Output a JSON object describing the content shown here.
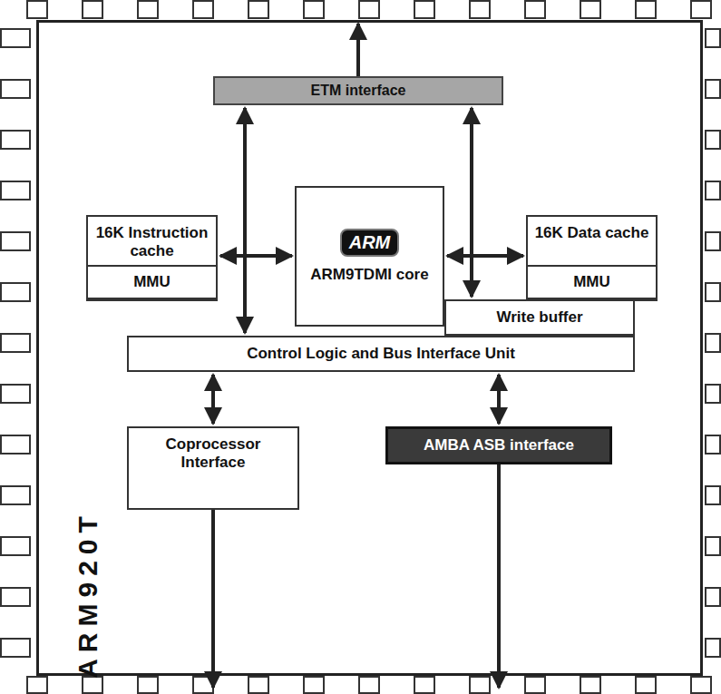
{
  "diagram": {
    "nodes": [
      {
        "text": [
          "ARM920T"
        ]
      },
      {
        "text": [
          "ETM interface"
        ],
        "in": 0
      },
      {
        "text": [
          "16K Instruction cache"
        ],
        "in": 0
      },
      {
        "text": [
          "MMU"
        ],
        "in": 2
      },
      {
        "text": [
          "ARM",
          "ARM9TDMI core"
        ],
        "in": 0
      },
      {
        "text": [
          "16K Data cache"
        ],
        "in": 0
      },
      {
        "text": [
          "MMU"
        ],
        "in": 5
      },
      {
        "text": [
          "Write buffer"
        ],
        "in": 0
      },
      {
        "text": [
          "Control Logic and Bus Interface Unit"
        ],
        "in": 0
      },
      {
        "text": [
          "Coprocessor Interface"
        ],
        "in": 0
      },
      {
        "text": [
          "AMBA ASB interface"
        ],
        "in": 0
      }
    ],
    "edges": [
      {
        "from": 1,
        "to": 8,
        "arrow": "both"
      },
      {
        "from": 2,
        "to": 4,
        "arrow": "both"
      },
      {
        "from": 4,
        "to": 5,
        "arrow": "both"
      },
      {
        "from": 1,
        "to": 7,
        "arrow": "both"
      },
      {
        "from": 8,
        "to": 9,
        "arrow": "both"
      },
      {
        "from": 8,
        "to": 10,
        "arrow": "both"
      }
    ]
  }
}
